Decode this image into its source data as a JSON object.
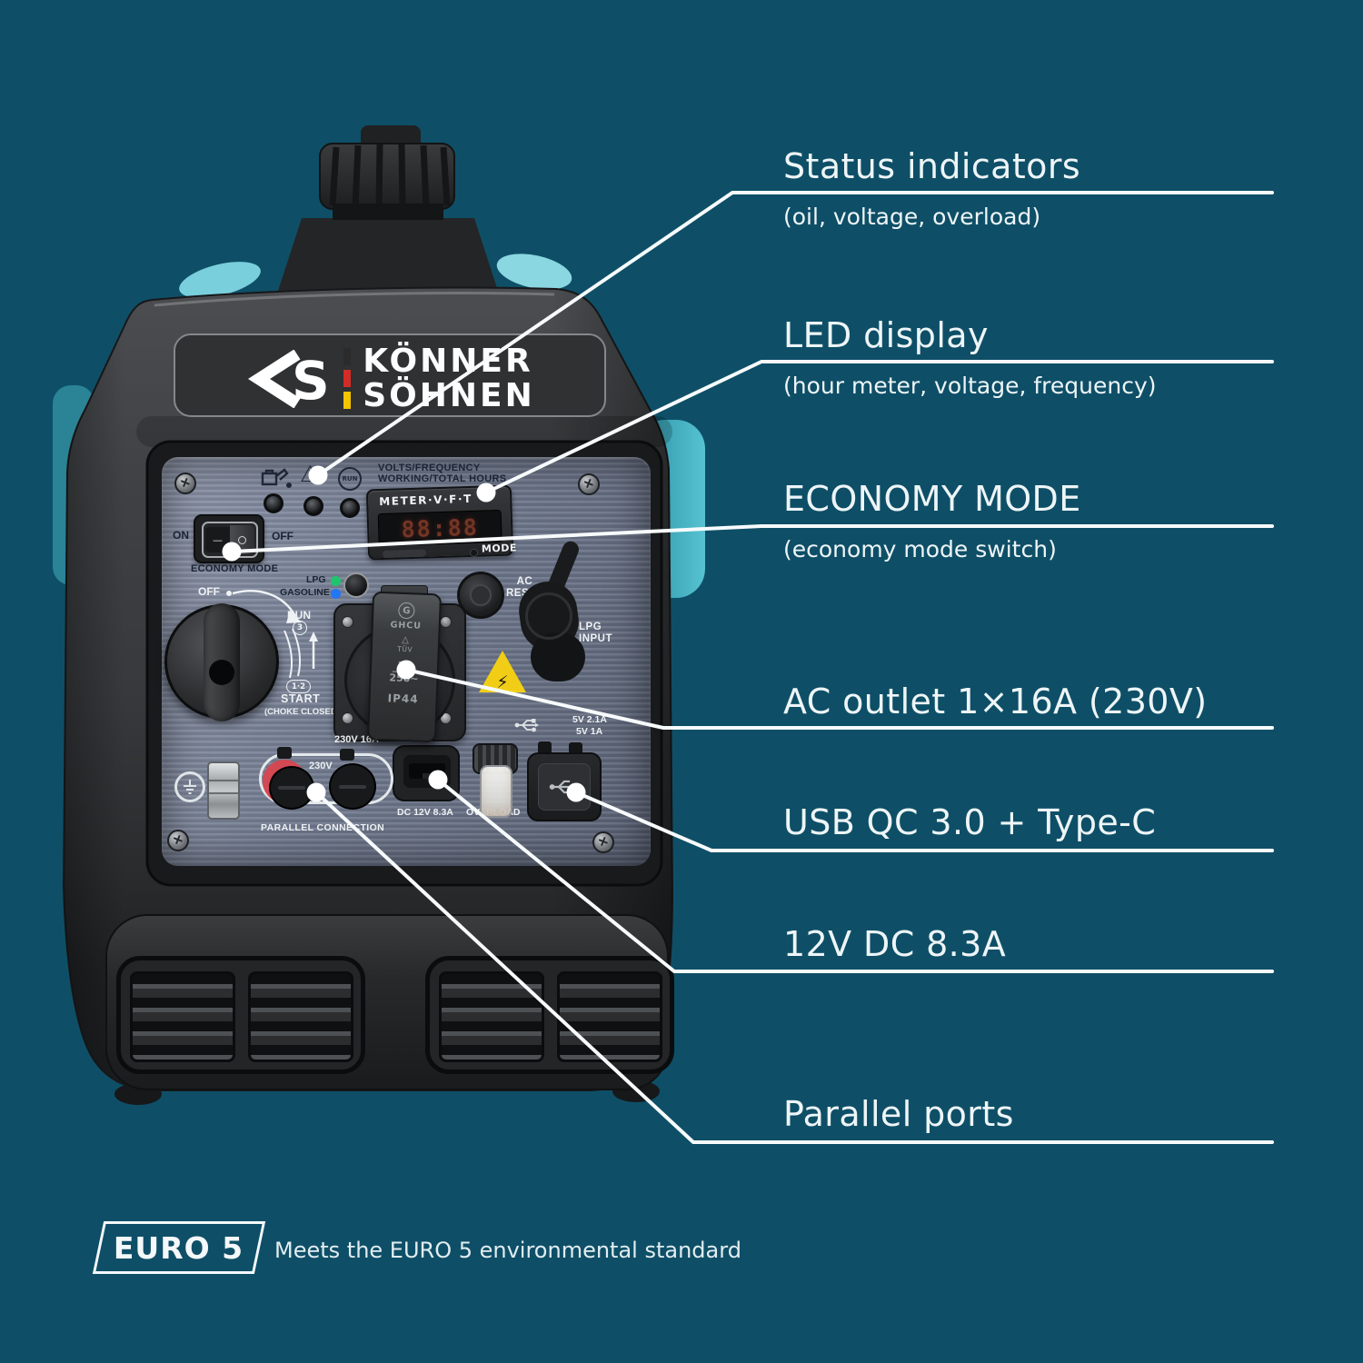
{
  "colors": {
    "background": "#0e4f67",
    "teal_accent": "#56c3d2",
    "line": "#f7fbfc",
    "lpg_dot": "#1fc56d",
    "gasoline_dot": "#2277f6",
    "warning_yellow": "#f1ce15",
    "parallel_red": "#d24853"
  },
  "callouts": [
    {
      "title": "Status indicators",
      "subtitle": "(oil, voltage, overload)"
    },
    {
      "title": "LED display",
      "subtitle": "(hour meter, voltage, frequency)"
    },
    {
      "title": "ECONOMY MODE",
      "subtitle": "(economy mode switch)"
    },
    {
      "title": "AC outlet 1×16A (230V)"
    },
    {
      "title": "USB QC 3.0 + Type-C"
    },
    {
      "title": "12V DC 8.3A"
    },
    {
      "title": "Parallel ports"
    }
  ],
  "brand": {
    "line1": "KÖNNER",
    "line2": "SÖHNEN"
  },
  "panel": {
    "meter_header1": "VOLTS/FREQUENCY",
    "meter_header2": "WORKING/TOTAL HOURS",
    "display_label": "METER·V·F·T",
    "display_digits": "88:88",
    "mode": "MODE",
    "run_icon": "RUN",
    "on": "ON",
    "off": "OFF",
    "economy": "ECONOMY MODE",
    "lpg": "LPG",
    "gasoline": "GASOLINE",
    "rotary_off": "OFF",
    "rotary_run": "RUN",
    "rotary_pos_run": "3",
    "rotary_pos_start": "1·2",
    "rotary_start": "START",
    "rotary_choke": "(CHOKE CLOSED)",
    "outlet_g": "G",
    "outlet_brand": "GHCU",
    "outlet_tri": "△",
    "outlet_tuv": "TÜV",
    "outlet_rating_top": "16",
    "outlet_rating_bottom": "250~",
    "outlet_ip": "IP44",
    "outlet_label": "230V 16A",
    "warning_bolt": "⚡",
    "warn_icon": "⚠",
    "ac_reset_1": "AC",
    "ac_reset_2": "RESET",
    "lpg_input_1": "LPG",
    "lpg_input_2": "INPUT",
    "usb_1": "5V 2.1A",
    "usb_2": "5V 1A",
    "dc_label": "DC 12V 8.3A",
    "overload": "OVERLOAD",
    "parallel_v": "230V",
    "parallel_label": "PARALLEL CONNECTION",
    "eco_dash": "—"
  },
  "badge": {
    "label": "EURO 5",
    "text": "Meets the EURO 5 environmental standard"
  }
}
